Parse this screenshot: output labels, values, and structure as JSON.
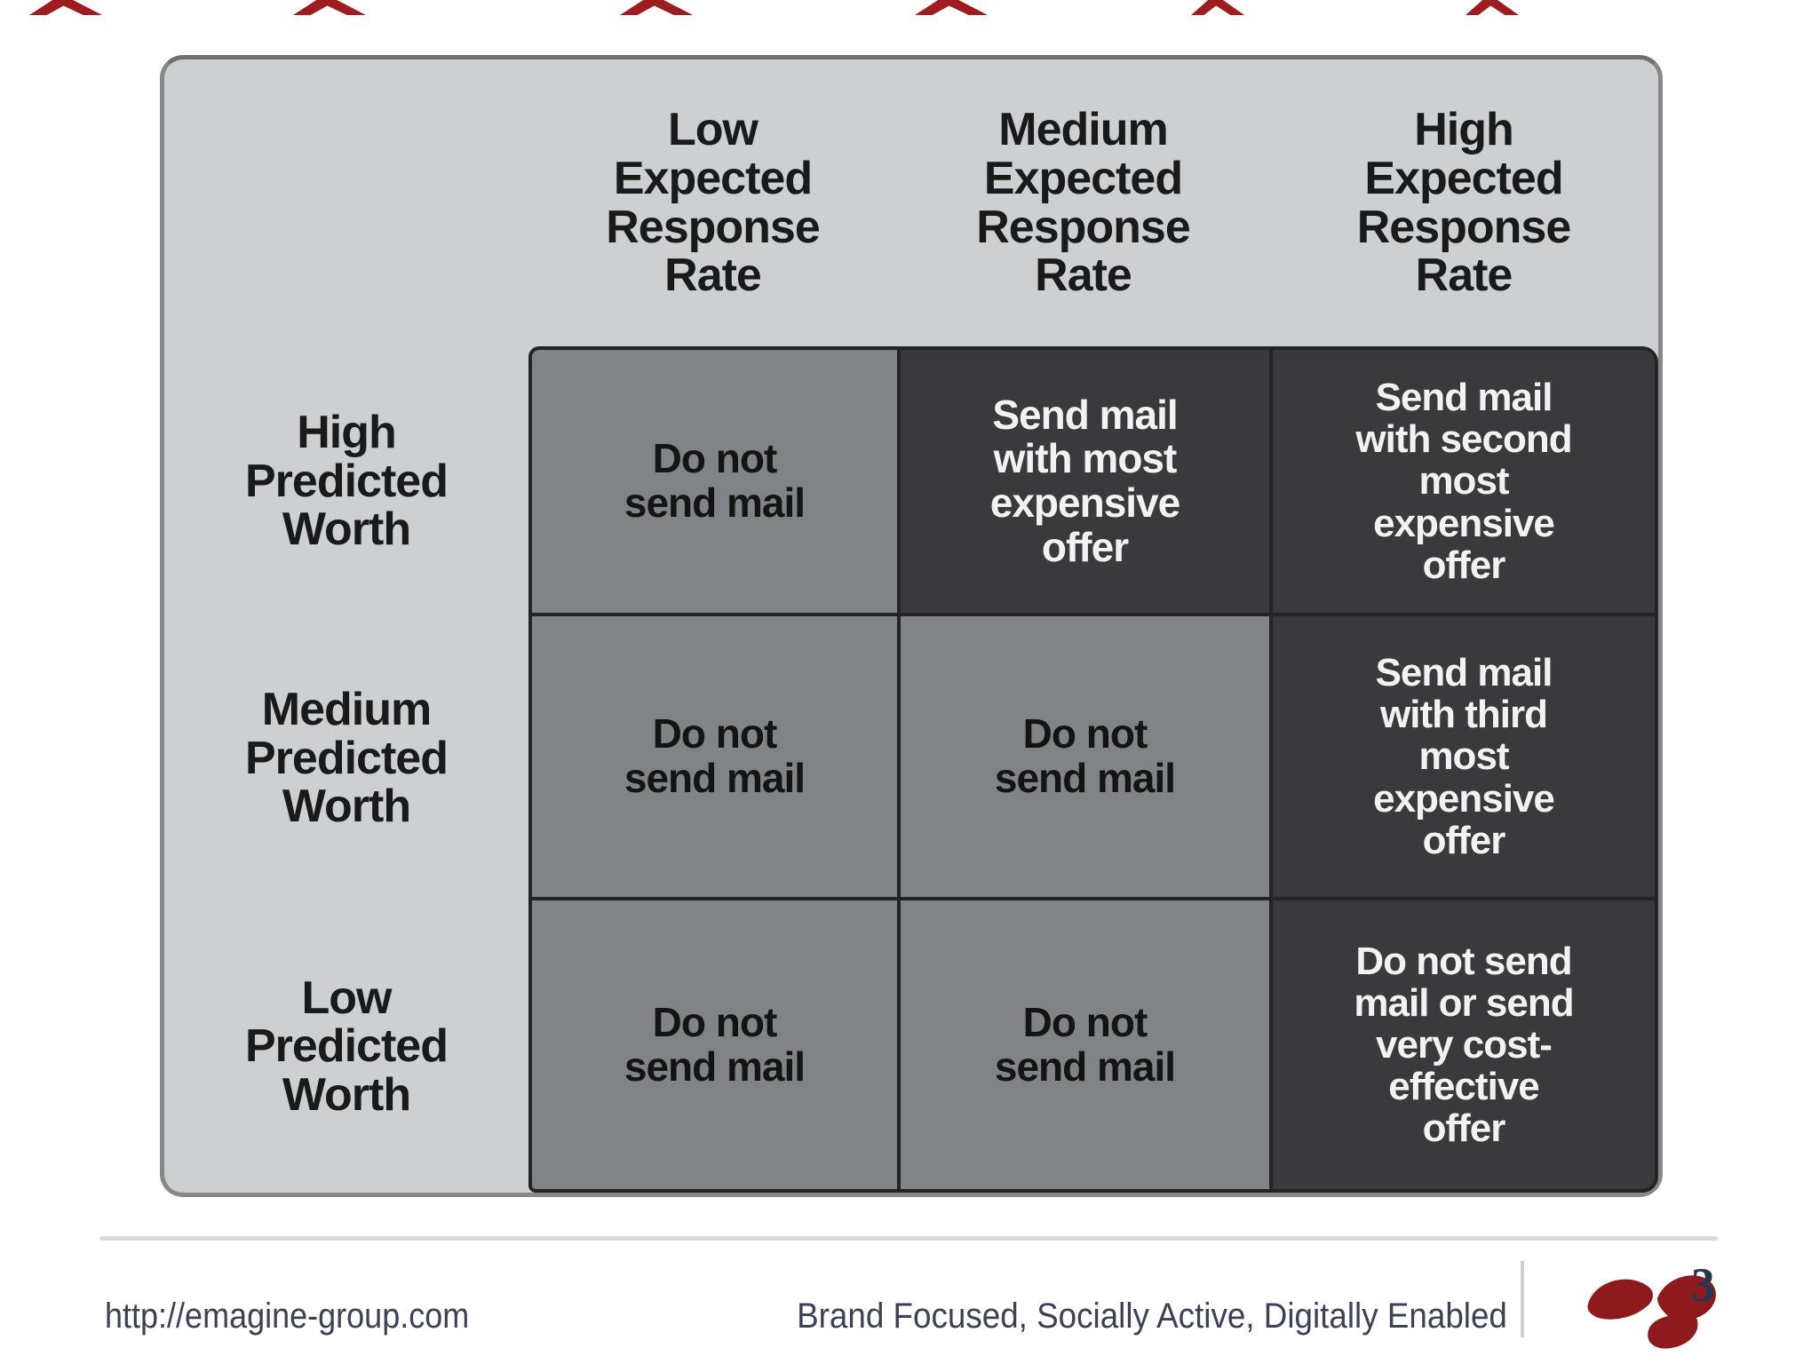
{
  "decor": {
    "top_mark_color": "#9e1c1f"
  },
  "matrix": {
    "col_headers": [
      {
        "label": "Low\nExpected\nResponse\nRate"
      },
      {
        "label": "Medium\nExpected\nResponse\nRate"
      },
      {
        "label": "High\nExpected\nResponse\nRate"
      }
    ],
    "row_headers": [
      {
        "label": "High\nPredicted\nWorth"
      },
      {
        "label": "Medium\nPredicted\nWorth"
      },
      {
        "label": "Low\nPredicted\nWorth"
      }
    ],
    "cells": [
      [
        {
          "text": "Do not\nsend mail",
          "variant": "gray"
        },
        {
          "text": "Send mail\nwith most\nexpensive\noffer",
          "variant": "dark"
        },
        {
          "text": "Send mail\nwith second\nmost\nexpensive\noffer",
          "variant": "dark"
        }
      ],
      [
        {
          "text": "Do not\nsend mail",
          "variant": "gray"
        },
        {
          "text": "Do not\nsend mail",
          "variant": "gray"
        },
        {
          "text": "Send mail\nwith third\nmost\nexpensive\noffer",
          "variant": "dark"
        }
      ],
      [
        {
          "text": "Do not\nsend mail",
          "variant": "gray"
        },
        {
          "text": "Do not\nsend mail",
          "variant": "gray"
        },
        {
          "text": "Do not send\nmail or send\nvery cost-\neffective\noffer",
          "variant": "dark"
        }
      ]
    ],
    "colors": {
      "board_bg": "#cdcfd1",
      "board_border": "#86888a",
      "gray_cell_bg": "#828386",
      "dark_cell_bg": "#3a3a3c",
      "grid_line": "#242426",
      "header_text": "#1a1a1a",
      "dark_cell_text": "#f2f2f2"
    }
  },
  "footer": {
    "url": "http://emagine-group.com",
    "tagline": "Brand Focused, Socially Active, Digitally Enabled",
    "text_color": "#3c4059",
    "logo": {
      "mark_color": "#8e1a1d",
      "superscript": "3",
      "superscript_color": "#22384e"
    }
  }
}
